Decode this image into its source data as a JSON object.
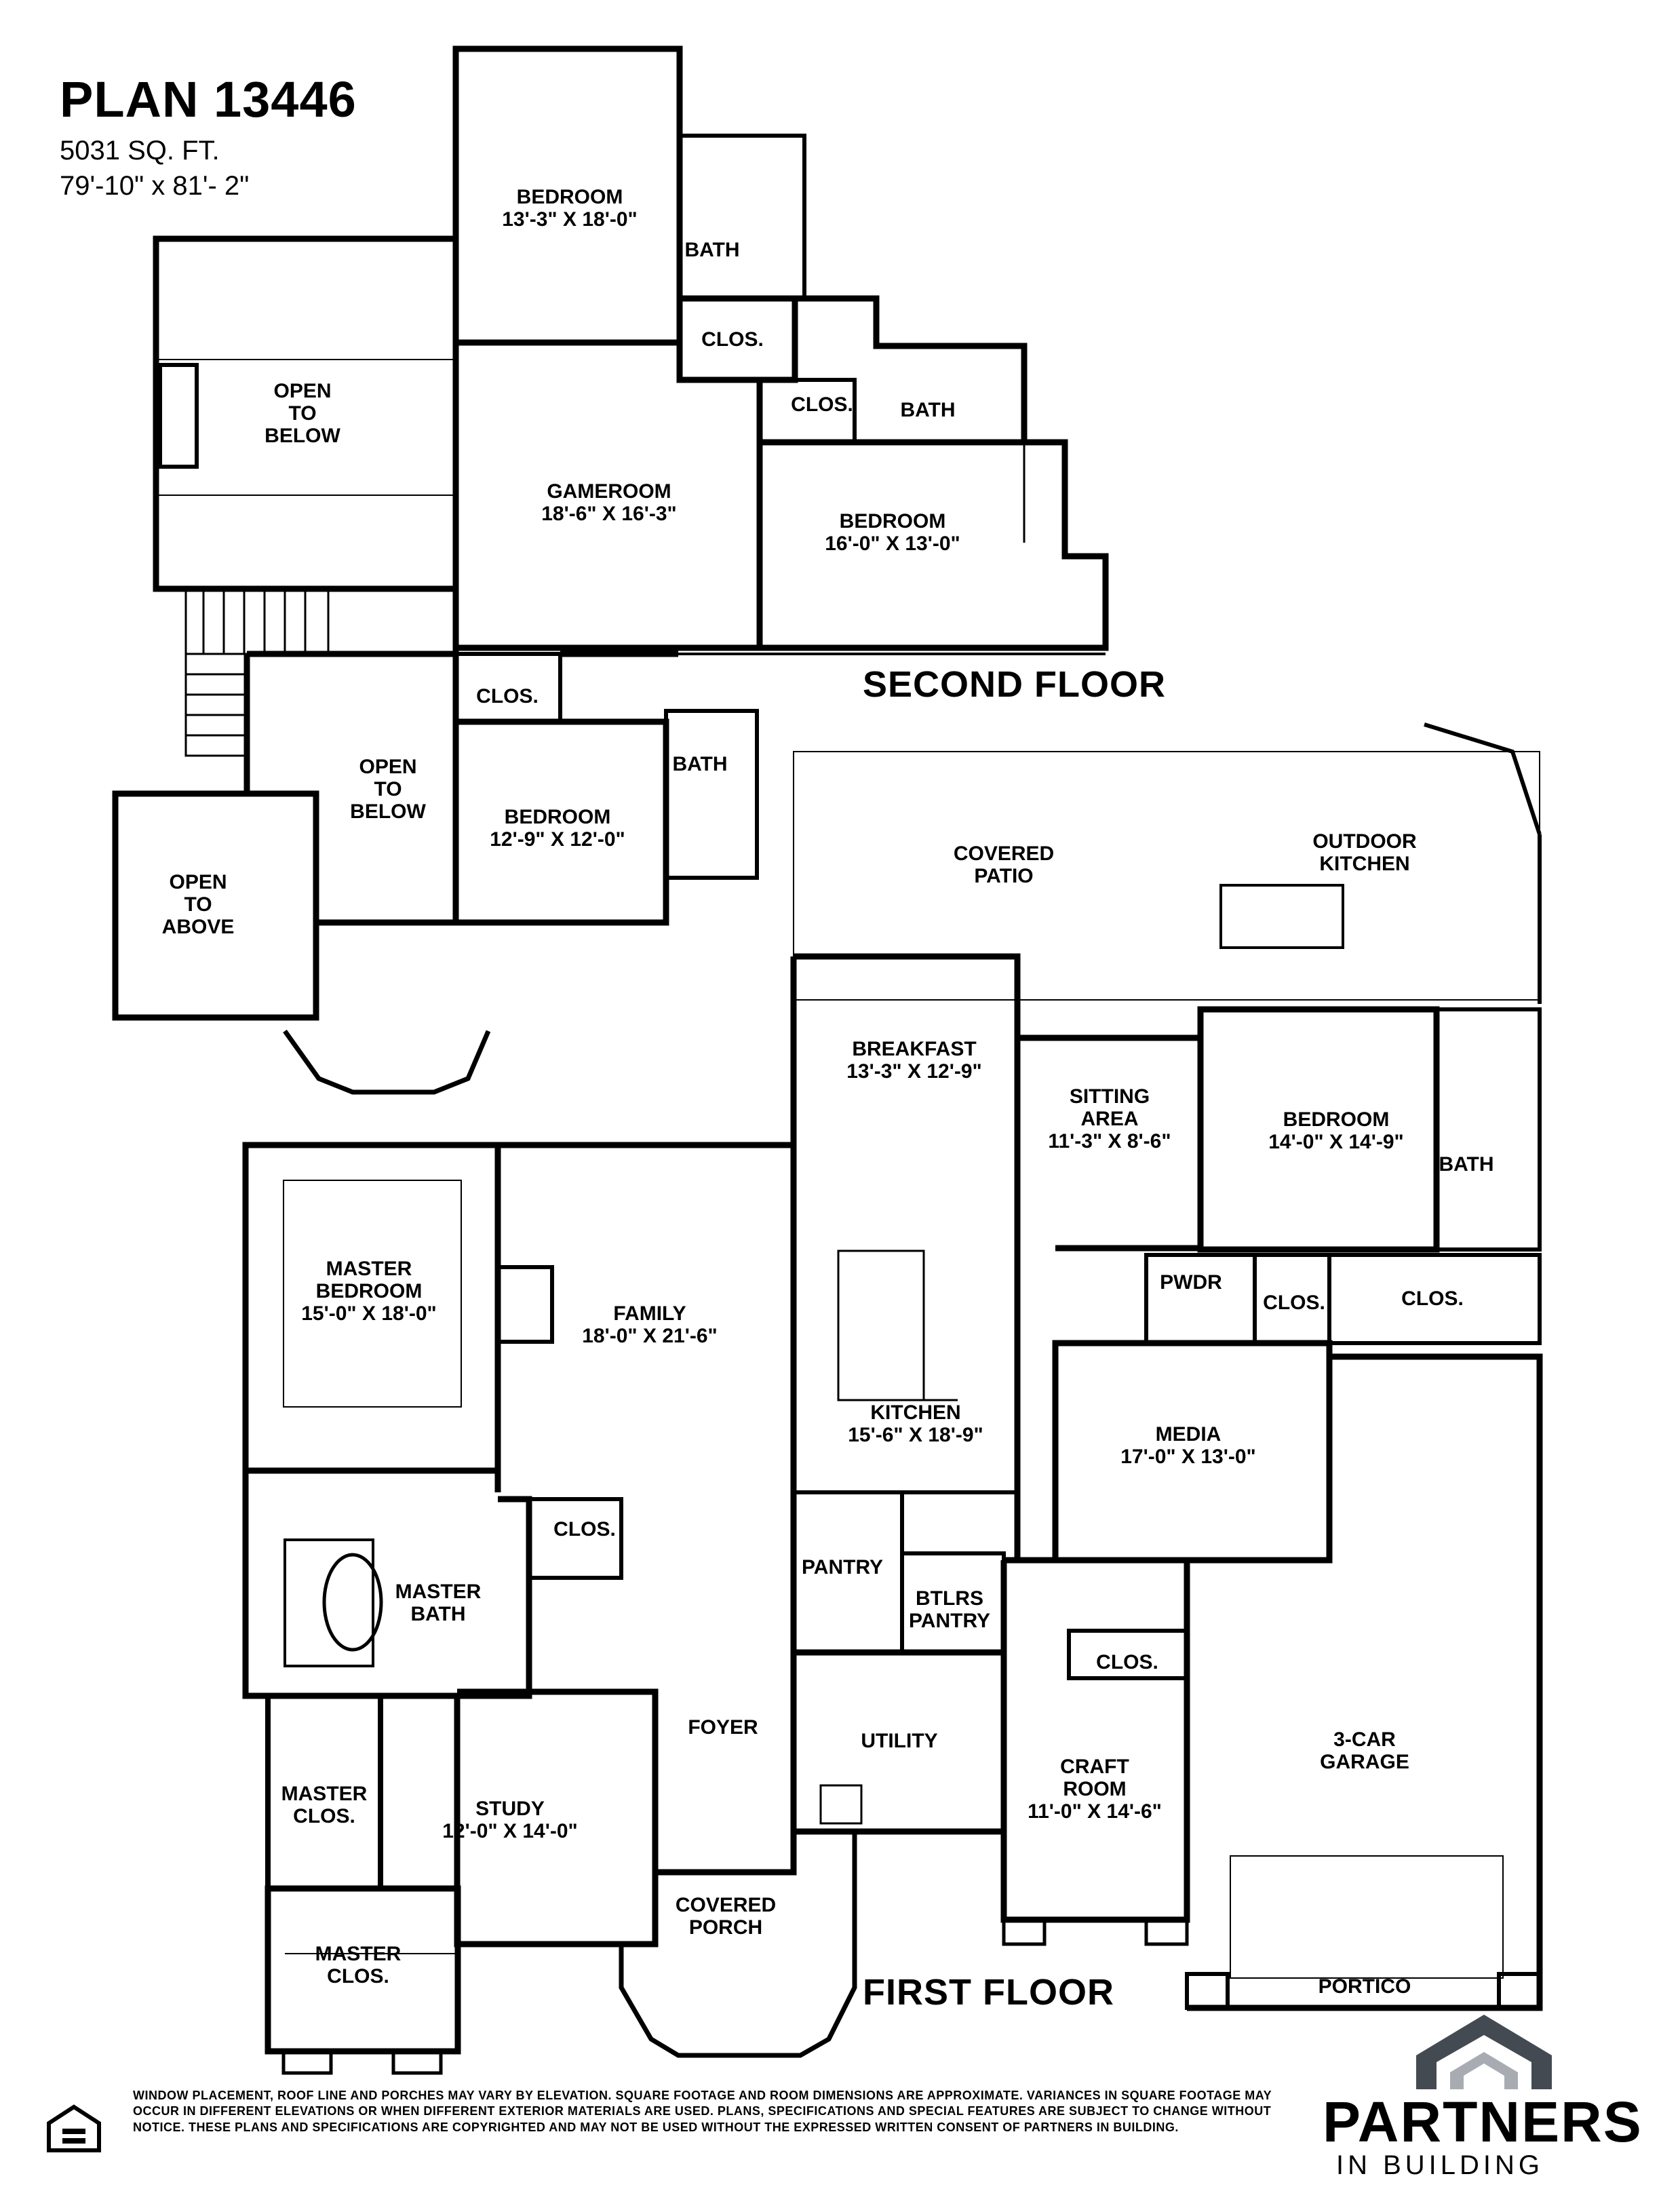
{
  "plan": {
    "title": "PLAN 13446",
    "sqft": "5031 SQ. FT.",
    "dimensions": "79'-10\" x 81'- 2\""
  },
  "floors": {
    "second": "SECOND FLOOR",
    "first": "FIRST FLOOR"
  },
  "rooms": [
    {
      "id": "bedroom-2f-top",
      "lines": [
        "BEDROOM",
        "13'-3\" X 18'-0\""
      ]
    },
    {
      "id": "bath-2f-top",
      "lines": [
        "BATH"
      ]
    },
    {
      "id": "clos-2f-top",
      "lines": [
        "CLOS."
      ]
    },
    {
      "id": "clos-2f-mid",
      "lines": [
        "CLOS."
      ]
    },
    {
      "id": "bath-2f-right",
      "lines": [
        "BATH"
      ]
    },
    {
      "id": "open-below-1",
      "lines": [
        "OPEN",
        "TO",
        "BELOW"
      ]
    },
    {
      "id": "gameroom",
      "lines": [
        "GAMEROOM",
        "18'-6\" X 16'-3\""
      ]
    },
    {
      "id": "bedroom-2f-right",
      "lines": [
        "BEDROOM",
        "16'-0\" X 13'-0\""
      ]
    },
    {
      "id": "clos-2f-lower",
      "lines": [
        "CLOS."
      ]
    },
    {
      "id": "bath-2f-lower",
      "lines": [
        "BATH"
      ]
    },
    {
      "id": "open-below-2",
      "lines": [
        "OPEN",
        "TO",
        "BELOW"
      ]
    },
    {
      "id": "bedroom-2f-lower",
      "lines": [
        "BEDROOM",
        "12'-9\" X 12'-0\""
      ]
    },
    {
      "id": "open-above",
      "lines": [
        "OPEN",
        "TO",
        "ABOVE"
      ]
    },
    {
      "id": "covered-patio",
      "lines": [
        "COVERED",
        "PATIO"
      ]
    },
    {
      "id": "outdoor-kitchen",
      "lines": [
        "OUTDOOR",
        "KITCHEN"
      ]
    },
    {
      "id": "breakfast",
      "lines": [
        "BREAKFAST",
        "13'-3\" X 12'-9\""
      ]
    },
    {
      "id": "sitting-area",
      "lines": [
        "SITTING",
        "AREA",
        "11'-3\" X 8'-6\""
      ]
    },
    {
      "id": "bedroom-1f",
      "lines": [
        "BEDROOM",
        "14'-0\" X 14'-9\""
      ]
    },
    {
      "id": "bath-1f",
      "lines": [
        "BATH"
      ]
    },
    {
      "id": "master-bedroom",
      "lines": [
        "MASTER",
        "BEDROOM",
        "15'-0\" X 18'-0\""
      ]
    },
    {
      "id": "family",
      "lines": [
        "FAMILY",
        "18'-0\" X 21'-6\""
      ]
    },
    {
      "id": "pwdr",
      "lines": [
        "PWDR"
      ]
    },
    {
      "id": "clos-1f-a",
      "lines": [
        "CLOS."
      ]
    },
    {
      "id": "clos-1f-b",
      "lines": [
        "CLOS."
      ]
    },
    {
      "id": "kitchen",
      "lines": [
        "KITCHEN",
        "15'-6\" X 18'-9\""
      ]
    },
    {
      "id": "media",
      "lines": [
        "MEDIA",
        "17'-0\" X 13'-0\""
      ]
    },
    {
      "id": "clos-1f-c",
      "lines": [
        "CLOS."
      ]
    },
    {
      "id": "master-bath",
      "lines": [
        "MASTER",
        "BATH"
      ]
    },
    {
      "id": "pantry",
      "lines": [
        "PANTRY"
      ]
    },
    {
      "id": "btlrs-pantry",
      "lines": [
        "BTLRS",
        "PANTRY"
      ]
    },
    {
      "id": "clos-1f-d",
      "lines": [
        "CLOS."
      ]
    },
    {
      "id": "foyer",
      "lines": [
        "FOYER"
      ]
    },
    {
      "id": "utility",
      "lines": [
        "UTILITY"
      ]
    },
    {
      "id": "garage",
      "lines": [
        "3-CAR",
        "GARAGE"
      ]
    },
    {
      "id": "master-clos-1",
      "lines": [
        "MASTER",
        "CLOS."
      ]
    },
    {
      "id": "study",
      "lines": [
        "STUDY",
        "12'-0\" X 14'-0\""
      ]
    },
    {
      "id": "craft-room",
      "lines": [
        "CRAFT",
        "ROOM",
        "11'-0\" X 14'-6\""
      ]
    },
    {
      "id": "covered-porch",
      "lines": [
        "COVERED",
        "PORCH"
      ]
    },
    {
      "id": "master-clos-2",
      "lines": [
        "MASTER",
        "CLOS."
      ]
    },
    {
      "id": "portico",
      "lines": [
        "PORTICO"
      ]
    }
  ],
  "disclaimer": "WINDOW PLACEMENT, ROOF LINE AND PORCHES MAY VARY BY ELEVATION. SQUARE FOOTAGE AND ROOM DIMENSIONS ARE APPROXIMATE. VARIANCES IN SQUARE FOOTAGE MAY OCCUR IN DIFFERENT ELEVATIONS OR WHEN DIFFERENT EXTERIOR MATERIALS ARE USED. PLANS, SPECIFICATIONS AND SPECIAL FEATURES ARE SUBJECT TO CHANGE WITHOUT NOTICE. THESE PLANS AND SPECIFICATIONS ARE COPYRIGHTED AND MAY NOT BE USED WITHOUT THE EXPRESSED WRITTEN CONSENT OF PARTNERS IN BUILDING.",
  "logo": {
    "name": "PARTNERS",
    "sub": "IN BUILDING"
  },
  "colors": {
    "wall": "#000000",
    "thin": "#666666",
    "logo_dark": "#444a52",
    "logo_light": "#a8acb2"
  }
}
